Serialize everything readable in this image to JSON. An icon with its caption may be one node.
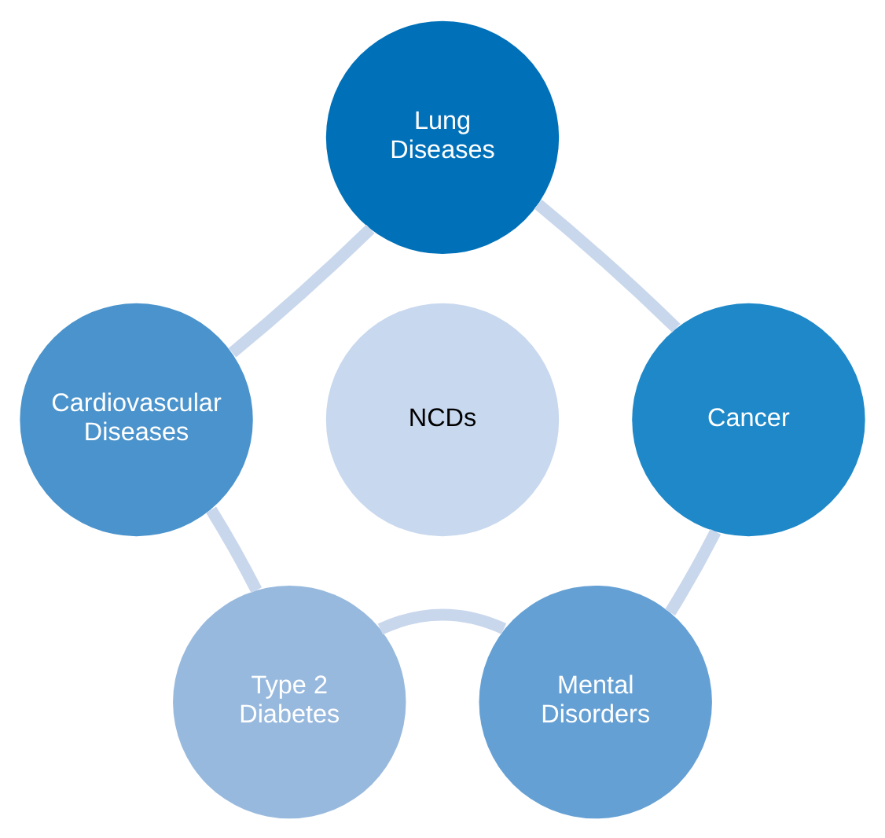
{
  "diagram": {
    "nodes": [
      {
        "text": [
          "Lung Diseases"
        ]
      },
      {
        "text": [
          "Cardiovascular Diseases"
        ]
      },
      {
        "text": [
          "Cancer"
        ]
      },
      {
        "text": [
          "NCDs"
        ]
      },
      {
        "text": [
          "Type 2 Diabetes"
        ]
      },
      {
        "text": [
          "Mental Disorders"
        ]
      }
    ],
    "edges": [
      {
        "from": 0,
        "to": 2,
        "arrow": "none"
      },
      {
        "from": 2,
        "to": 5,
        "arrow": "none"
      },
      {
        "from": 5,
        "to": 4,
        "arrow": "none"
      },
      {
        "from": 4,
        "to": 1,
        "arrow": "none"
      },
      {
        "from": 1,
        "to": 0,
        "arrow": "none"
      }
    ]
  }
}
